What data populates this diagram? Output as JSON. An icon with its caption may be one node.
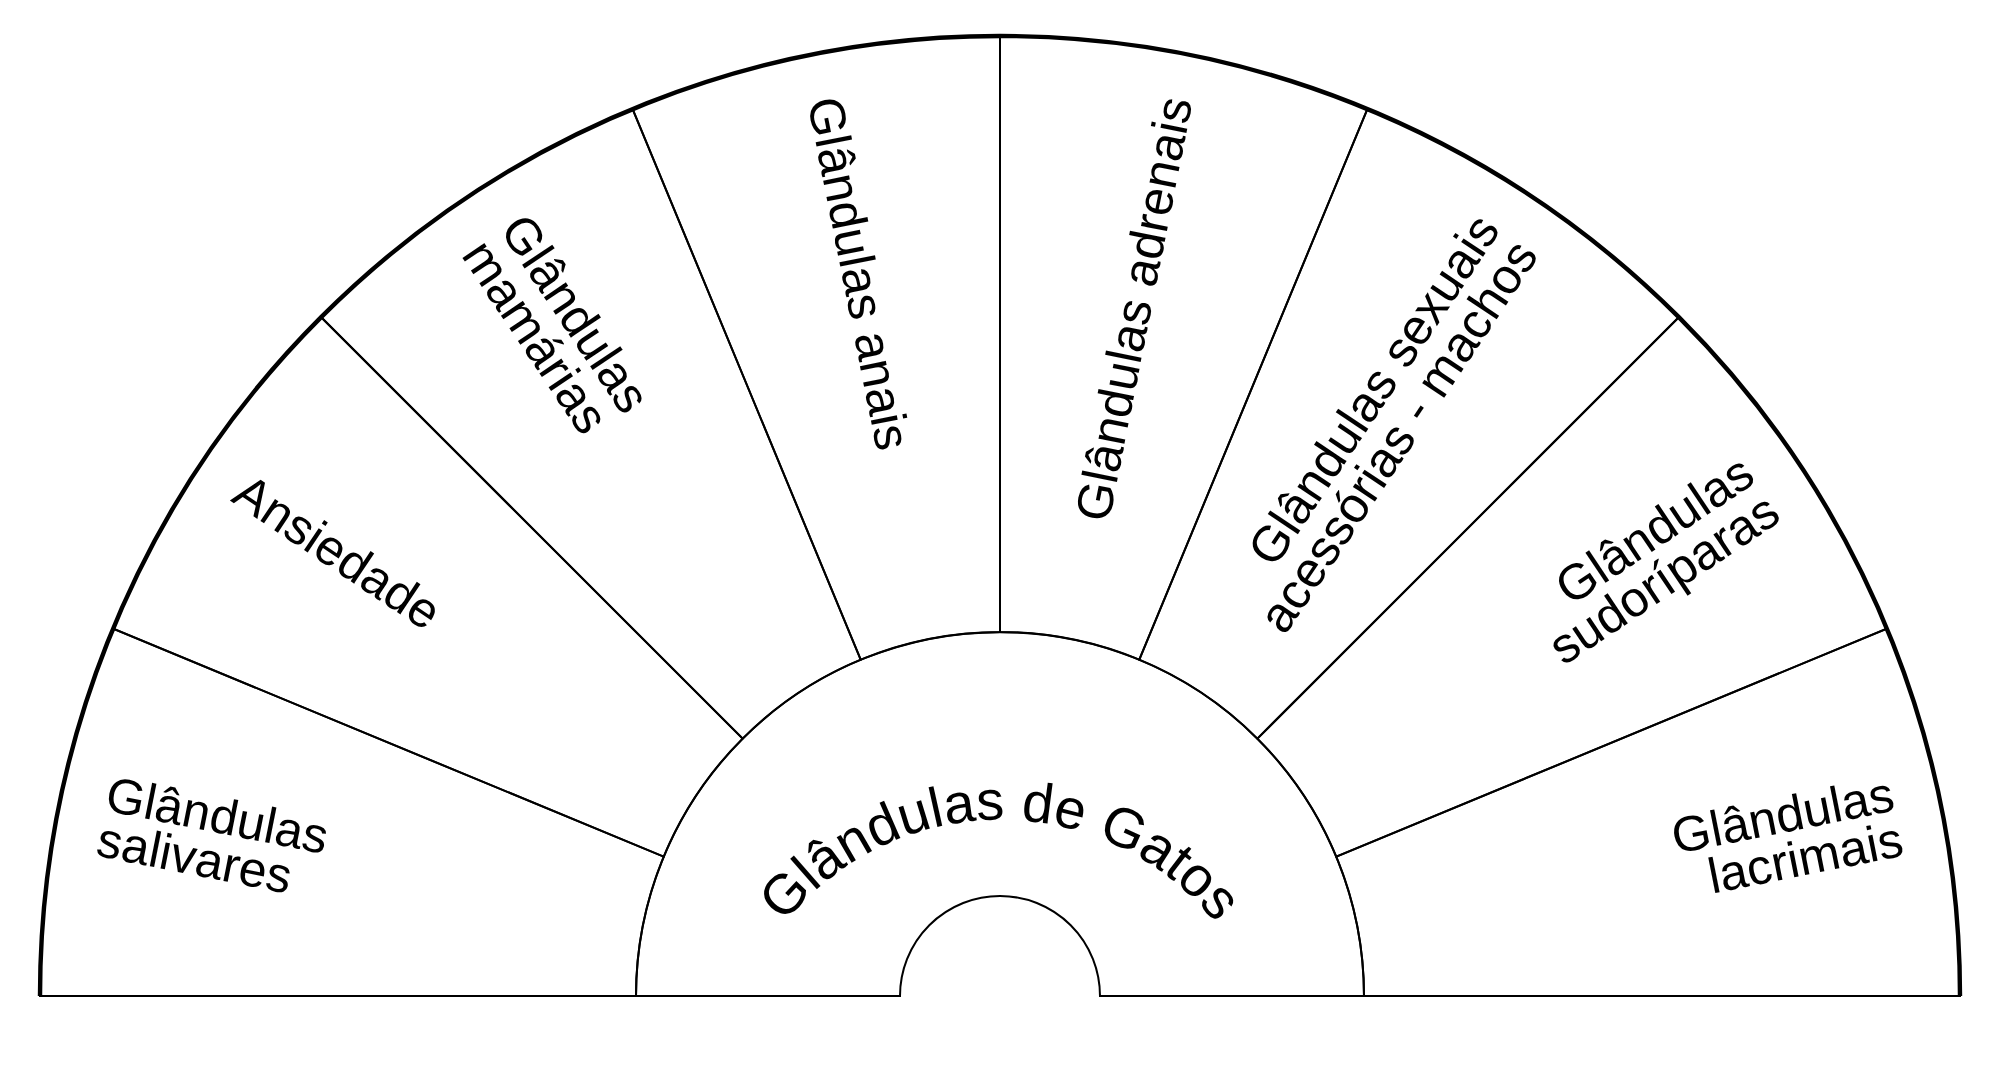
{
  "diagram": {
    "nodes": [
      {
        "text": [
          "Glândulas de Gatos"
        ]
      },
      {
        "text": [
          "Glândulas salivares"
        ]
      },
      {
        "text": [
          "Ansiedade"
        ]
      },
      {
        "text": [
          "Glândulas mamárias"
        ]
      },
      {
        "text": [
          "Glândulas anais"
        ]
      },
      {
        "text": [
          "Glândulas adrenais"
        ]
      },
      {
        "text": [
          "Glândulas sexuais acessórias - machos"
        ]
      },
      {
        "text": [
          "Glândulas sudoríparas"
        ]
      },
      {
        "text": [
          "Glândulas lacrimais"
        ]
      }
    ]
  }
}
